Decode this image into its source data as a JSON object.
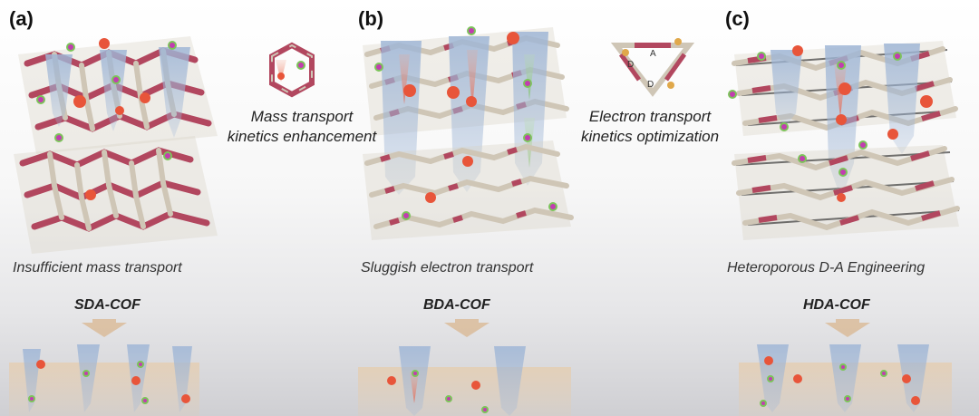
{
  "panels": [
    {
      "label": "(a)",
      "caption": "Insufficient mass transport",
      "cof_name": "SDA-COF"
    },
    {
      "label": "(b)",
      "caption": "Sluggish electron transport",
      "cof_name": "BDA-COF"
    },
    {
      "label": "(c)",
      "caption": "Heteroporous D-A Engineering",
      "cof_name": "HDA-COF"
    }
  ],
  "transitions": [
    {
      "line1": "Mass transport",
      "line2": "kinetics enhancement"
    },
    {
      "line1": "Electron transport",
      "line2": "kinetics optimization"
    }
  ],
  "inset_letters": {
    "acceptor": "A",
    "donor1": "D",
    "donor2": "D"
  },
  "colors": {
    "framework_beige": "#cfc6b6",
    "linker_pink": "#b2475f",
    "channel_blue": "#9fb6d6",
    "electron_red": "#e8553a",
    "molecule_magenta": "#c23db0",
    "molecule_green": "#7cc45a",
    "arrow_tan": "#d9b48a"
  }
}
